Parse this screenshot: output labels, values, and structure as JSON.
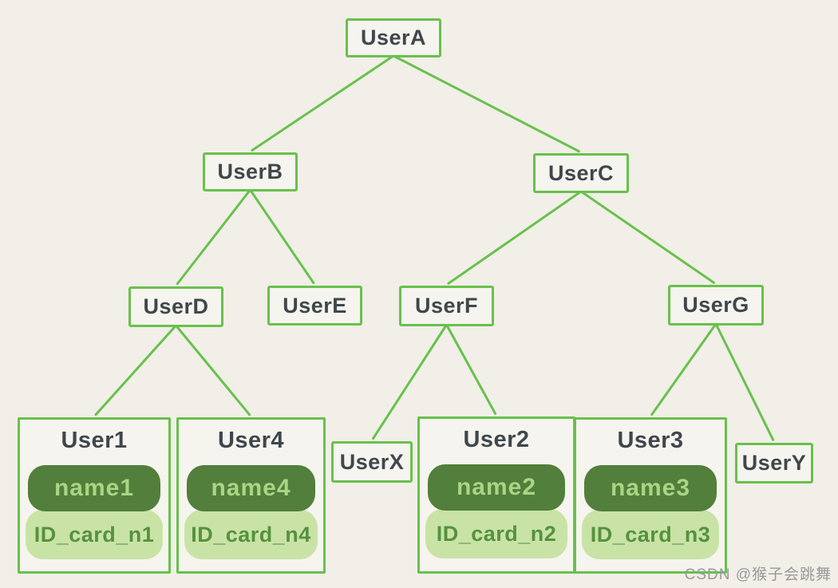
{
  "diagram": {
    "type": "tree",
    "nodes": {
      "userA": {
        "label": "UserA"
      },
      "userB": {
        "label": "UserB"
      },
      "userC": {
        "label": "UserC"
      },
      "userD": {
        "label": "UserD"
      },
      "userE": {
        "label": "UserE"
      },
      "userF": {
        "label": "UserF"
      },
      "userG": {
        "label": "UserG"
      },
      "userX": {
        "label": "UserX"
      },
      "userY": {
        "label": "UserY"
      }
    },
    "cards": {
      "user1": {
        "title": "User1",
        "name": "name1",
        "id_card": "ID_card_n1"
      },
      "user4": {
        "title": "User4",
        "name": "name4",
        "id_card": "ID_card_n4"
      },
      "user2": {
        "title": "User2",
        "name": "name2",
        "id_card": "ID_card_n2"
      },
      "user3": {
        "title": "User3",
        "name": "name3",
        "id_card": "ID_card_n3"
      }
    },
    "edges": [
      {
        "from": "userA",
        "to": "userB"
      },
      {
        "from": "userA",
        "to": "userC"
      },
      {
        "from": "userB",
        "to": "userD"
      },
      {
        "from": "userB",
        "to": "userE"
      },
      {
        "from": "userC",
        "to": "userF"
      },
      {
        "from": "userC",
        "to": "userG"
      },
      {
        "from": "userD",
        "to": "user1"
      },
      {
        "from": "userD",
        "to": "user4"
      },
      {
        "from": "userF",
        "to": "userX"
      },
      {
        "from": "userF",
        "to": "user2"
      },
      {
        "from": "userG",
        "to": "user3"
      },
      {
        "from": "userG",
        "to": "userY"
      }
    ],
    "colors": {
      "background": "#f1efe8",
      "stroke_green": "#68c14c",
      "node_text": "#3f474c",
      "pill_dark_bg": "#527f3b",
      "pill_dark_text": "#a9d584",
      "pill_light_bg": "#c9e3a6",
      "pill_light_text": "#55923e",
      "watermark_gray": "#9a9a9a"
    }
  },
  "watermark": {
    "text": "CSDN @猴子会跳舞"
  }
}
